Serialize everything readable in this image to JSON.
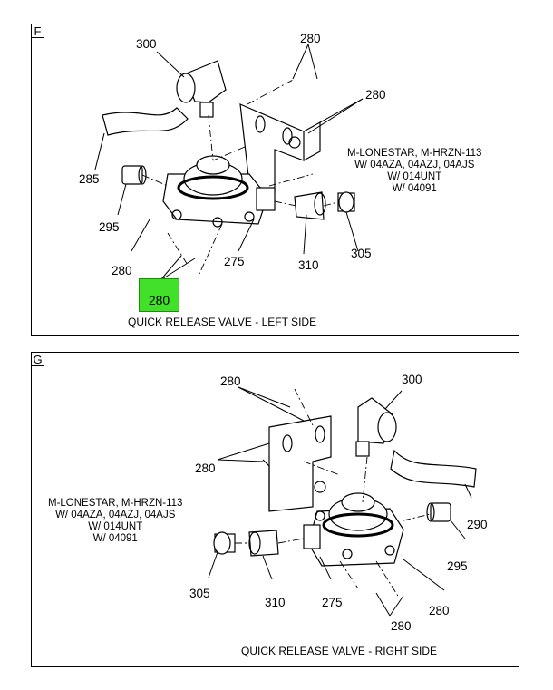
{
  "panels": [
    {
      "letter": "F",
      "caption": "QUICK RELEASE VALVE - LEFT SIDE",
      "notes": [
        "M-LONESTAR, M-HRZN-113",
        "W/ 04AZA, 04AZJ, 04AJS",
        "W/ 014UNT",
        "W/ 04091"
      ],
      "callouts": {
        "fitting_elbow": "300",
        "brackets_top": "280",
        "brackets_right": "280",
        "hose": "285",
        "plug": "295",
        "fastener_left": "280",
        "valve_body": "275",
        "adapter": "310",
        "connector": "305",
        "fasteners_bottom_highlighted": "280"
      }
    },
    {
      "letter": "G",
      "caption": "QUICK RELEASE VALVE - RIGHT SIDE",
      "notes": [
        "M-LONESTAR, M-HRZN-113",
        "W/ 04AZA, 04AZJ, 04AJS",
        "W/ 014UNT",
        "W/ 04091"
      ],
      "callouts": {
        "brackets_top": "280",
        "fitting_elbow": "300",
        "brackets_left": "280",
        "hose": "290",
        "plug": "295",
        "connector": "305",
        "adapter": "310",
        "valve_body": "275",
        "fastener_right": "280",
        "fasteners_bottom": "280"
      }
    }
  ],
  "colors": {
    "highlight": "#41e12a",
    "line": "#000000"
  }
}
